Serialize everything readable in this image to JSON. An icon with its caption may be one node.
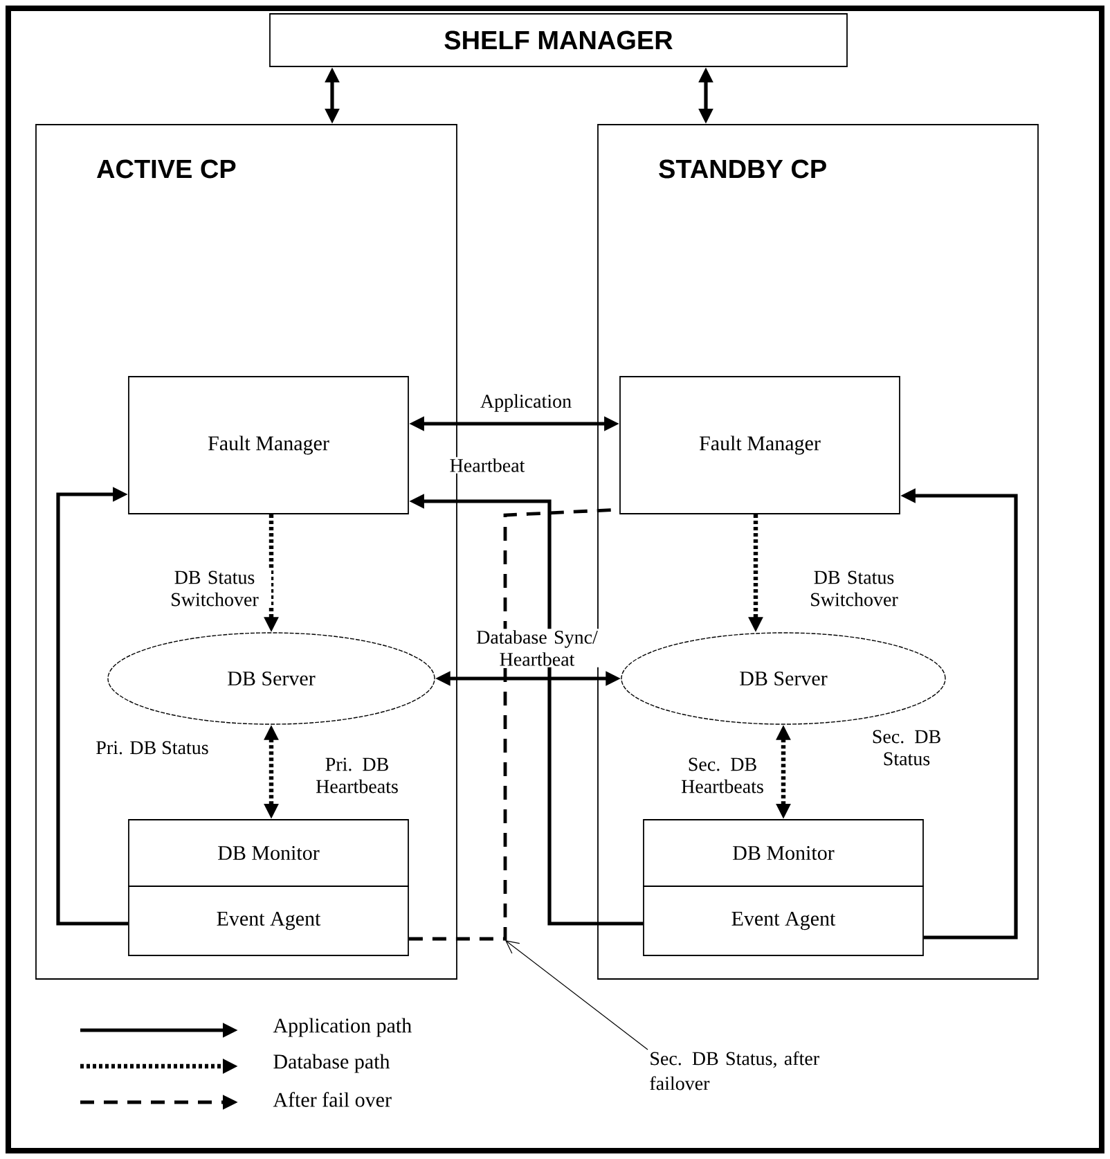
{
  "diagram": {
    "nodes": [
      {
        "text": [
          "SHELF MANAGER"
        ]
      },
      {
        "text": [
          "ACTIVE CP"
        ]
      },
      {
        "text": [
          "STANDBY CP"
        ]
      },
      {
        "text": [
          "Fault Manager"
        ],
        "in": 1
      },
      {
        "text": [
          "DB Server"
        ],
        "in": 1
      },
      {
        "text": [
          "DB Monitor"
        ],
        "in": 1
      },
      {
        "text": [
          "Event Agent"
        ],
        "in": 1
      },
      {
        "text": [
          "Fault Manager"
        ],
        "in": 2
      },
      {
        "text": [
          "DB Server"
        ],
        "in": 2
      },
      {
        "text": [
          "DB Monitor"
        ],
        "in": 2
      },
      {
        "text": [
          "Event Agent"
        ],
        "in": 2
      },
      {
        "text": [
          "Sec. DB Status, after failover"
        ]
      }
    ],
    "edges": [
      {
        "from": 0,
        "to": 1,
        "arrow": "both"
      },
      {
        "from": 0,
        "to": 2,
        "arrow": "both"
      },
      {
        "from": 3,
        "to": 7,
        "arrow": "both",
        "label": "Application"
      },
      {
        "from": 10,
        "to": 3,
        "arrow": "to",
        "label": "Heartbeat"
      },
      {
        "from": 4,
        "to": 8,
        "arrow": "both",
        "label": "Database Sync/ Heartbeat"
      },
      {
        "from": 6,
        "to": 3,
        "arrow": "to",
        "label": "Pri. DB Status"
      },
      {
        "from": 10,
        "to": 7,
        "arrow": "to",
        "label": "Sec. DB Status"
      },
      {
        "from": 3,
        "to": 4,
        "arrow": "to",
        "style": "dashed",
        "label": "DB Status Switchover"
      },
      {
        "from": 7,
        "to": 8,
        "arrow": "to",
        "style": "dashed",
        "label": "DB Status Switchover"
      },
      {
        "from": 4,
        "to": 5,
        "arrow": "both",
        "style": "dashed",
        "label": "Pri. DB Heartbeats"
      },
      {
        "from": 8,
        "to": 9,
        "arrow": "both",
        "style": "dashed",
        "label": "Sec. DB Heartbeats"
      },
      {
        "from": 6,
        "to": 7,
        "arrow": "none",
        "style": "dashed"
      },
      {
        "from": 11,
        "to": null,
        "arrow": "to"
      }
    ],
    "legend": [
      {
        "text": "Application path"
      },
      {
        "text": "Database path"
      },
      {
        "text": "After fail over"
      }
    ]
  }
}
